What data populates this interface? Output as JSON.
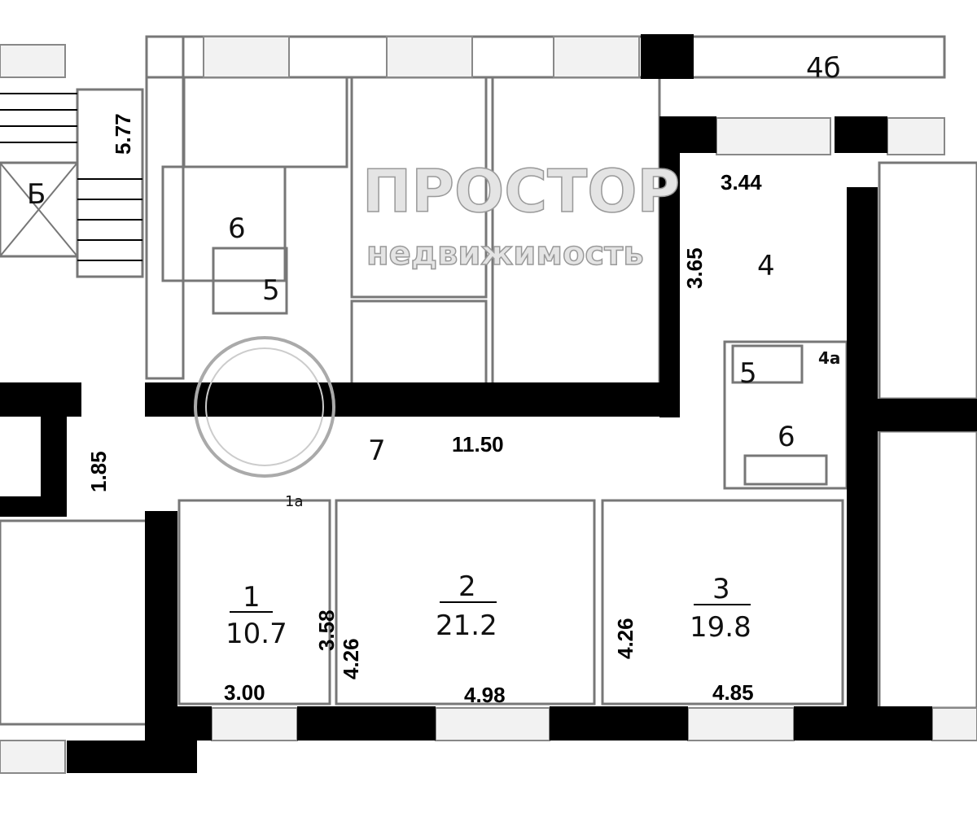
{
  "rooms": [
    {
      "number": "1",
      "area": "10.7"
    },
    {
      "number": "2",
      "area": "21.2"
    },
    {
      "number": "3",
      "area": "19.8"
    }
  ],
  "labels": {
    "stair": "Б",
    "bath_left": "6",
    "wc_left": "5",
    "room4": "4",
    "wc_right": "5",
    "room4a": "4а",
    "bath_right": "6",
    "corridor": "7",
    "room1a": "1а",
    "room4b": "4б"
  },
  "dimensions": {
    "stair_len": "5.77",
    "r4_width": "3.44",
    "r4_depth": "3.65",
    "corr_width": "1.85",
    "corr_len": "11.50",
    "r1_depth": "3.58",
    "r2_depth": "4.26",
    "r3_depth": "4.26",
    "r1_width": "3.00",
    "r2_width": "4.98",
    "r3_width": "4.85"
  },
  "watermark": {
    "title": "ПРОСТОР",
    "subtitle": "недвижимость"
  }
}
